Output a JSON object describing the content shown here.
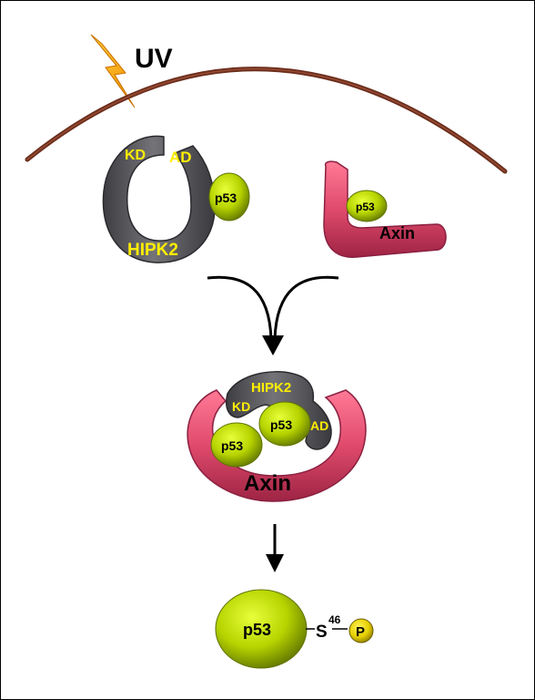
{
  "stimulus": {
    "label": "UV",
    "icon": "lightning-bolt-icon"
  },
  "membrane": {
    "color": "#6b2d1c"
  },
  "hipk2_top": {
    "name": "HIPK2",
    "kd": "KD",
    "ad": "AD"
  },
  "p53_top": {
    "label": "p53"
  },
  "axin_top": {
    "name": "Axin",
    "p53": "p53"
  },
  "complex": {
    "hipk2": "HIPK2",
    "kd": "KD",
    "ad": "AD",
    "p53_a": "p53",
    "p53_b": "p53",
    "axin": "Axin"
  },
  "product": {
    "p53": "p53",
    "residue": "S",
    "position": "46",
    "phospho": "P"
  },
  "colors": {
    "hipk2": "#5a5a5e",
    "p53": "#b7d400",
    "axin": "#e04a6c",
    "label_yellow": "#ffee00",
    "arrow": "#000000"
  }
}
